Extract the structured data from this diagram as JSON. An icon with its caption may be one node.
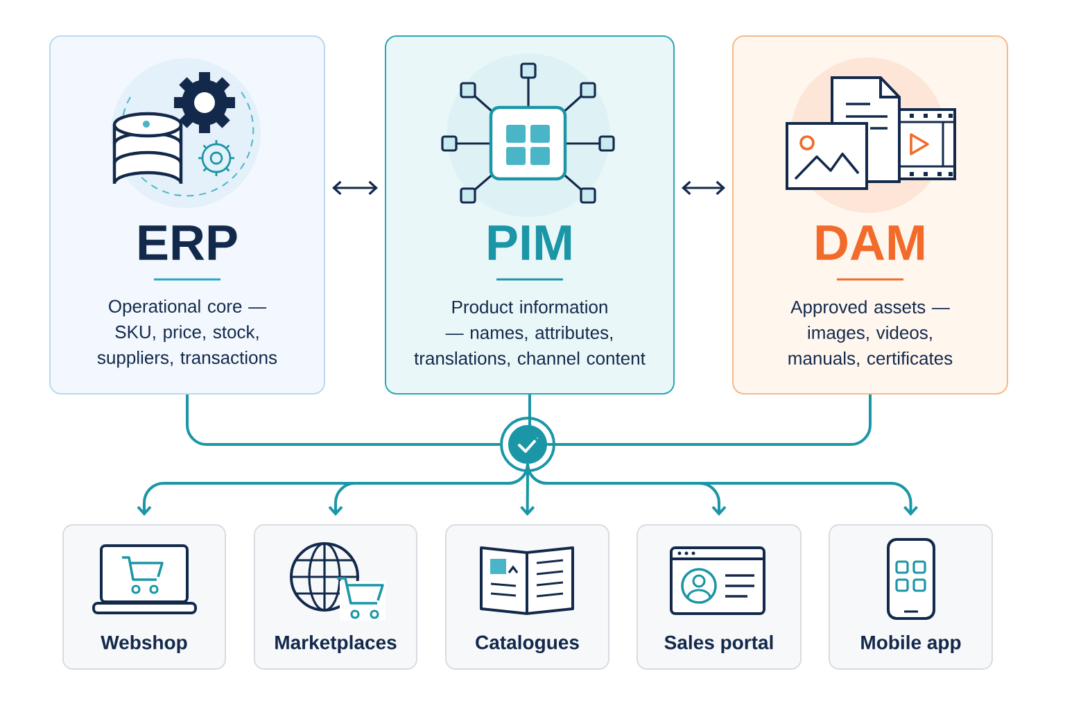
{
  "diagram": {
    "nodes": [
      {
        "text": [
          "ERP",
          "Operational core — SKU, price, stock, suppliers, transactions"
        ]
      },
      {
        "text": [
          "PIM",
          "Product information — names, attributes, translations, channel content"
        ]
      },
      {
        "text": [
          "DAM",
          "Approved assets — images, videos, manuals, certificates"
        ]
      },
      {
        "text": [],
        "shape": "circle"
      },
      {
        "text": [
          "Webshop"
        ]
      },
      {
        "text": [
          "Marketplaces"
        ]
      },
      {
        "text": [
          "Catalogues"
        ]
      },
      {
        "text": [
          "Sales portal"
        ]
      },
      {
        "text": [
          "Mobile app"
        ]
      }
    ],
    "edges": [
      {
        "from": 0,
        "to": 1,
        "arrow": "both",
        "color": "#13294b"
      },
      {
        "from": 1,
        "to": 2,
        "arrow": "both",
        "color": "#13294b"
      },
      {
        "from": 0,
        "to": 3,
        "arrow": "none"
      },
      {
        "from": 1,
        "to": 3,
        "arrow": "none"
      },
      {
        "from": 2,
        "to": 3,
        "arrow": "none"
      },
      {
        "from": 3,
        "to": 4,
        "arrow": "to"
      },
      {
        "from": 3,
        "to": 5,
        "arrow": "to"
      },
      {
        "from": 3,
        "to": 6,
        "arrow": "to"
      },
      {
        "from": 3,
        "to": 7,
        "arrow": "to"
      },
      {
        "from": 3,
        "to": 8,
        "arrow": "to"
      }
    ]
  }
}
